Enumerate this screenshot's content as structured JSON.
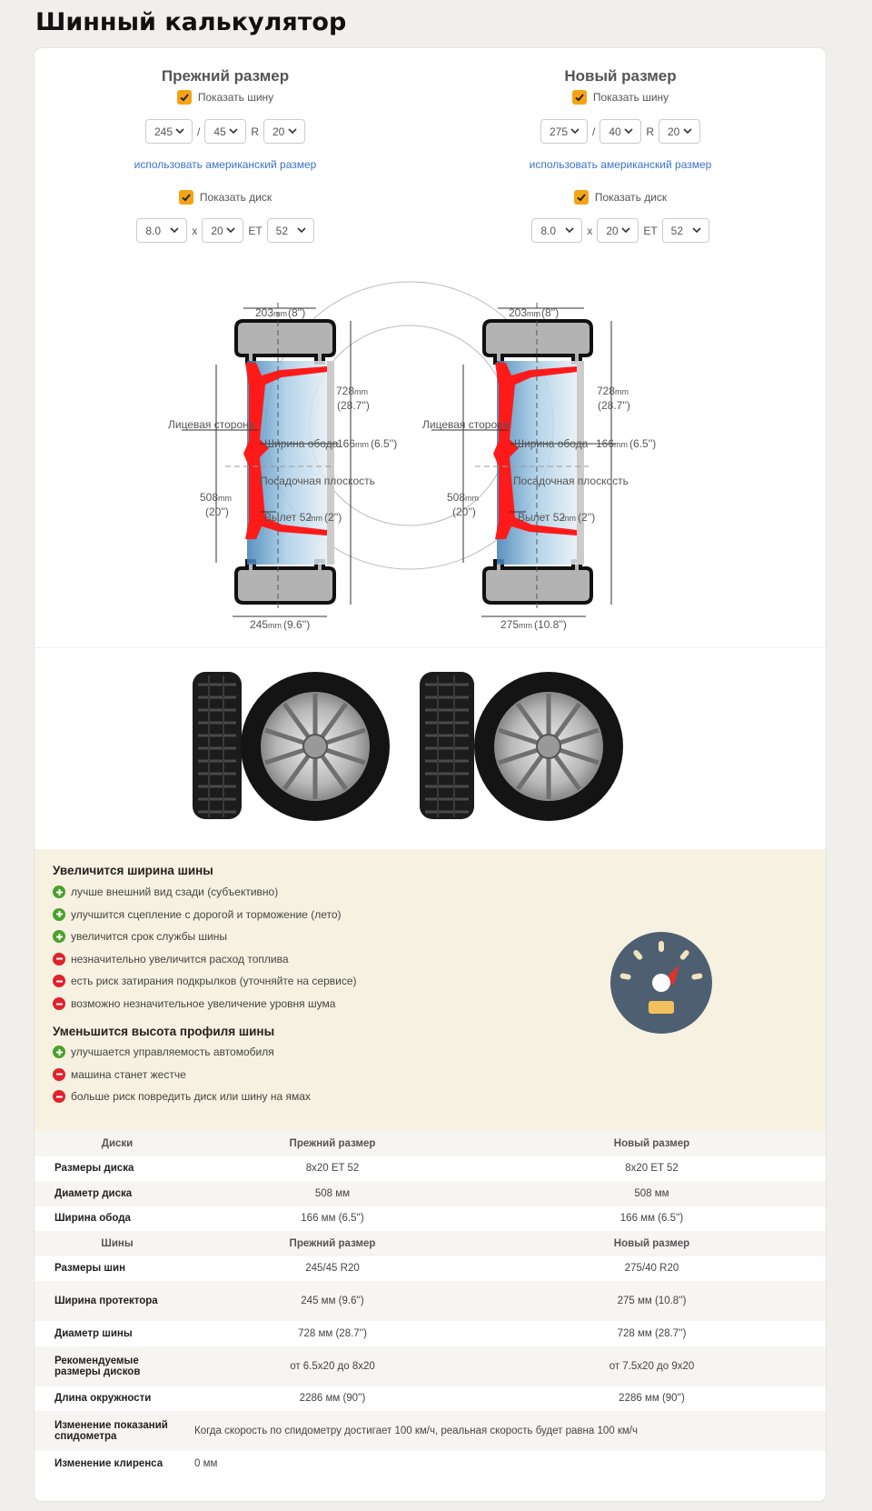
{
  "page_title": "Шинный калькулятор",
  "old": {
    "title": "Прежний размер",
    "show_tire": "Показать шину",
    "width": "245",
    "profile": "45",
    "diameter": "20",
    "us_link": "использовать американский размер",
    "show_disk": "Показать диск",
    "rim_width": "8.0",
    "rim_diameter": "20",
    "et": "52"
  },
  "new": {
    "title": "Новый размер",
    "show_tire": "Показать шину",
    "width": "275",
    "profile": "40",
    "diameter": "20",
    "us_link": "использовать американский размер",
    "show_disk": "Показать диск",
    "rim_width": "8.0",
    "rim_diameter": "20",
    "et": "52"
  },
  "separators": {
    "slash": "/",
    "r": "R",
    "x": "x",
    "et": "ET"
  },
  "diagram": {
    "old": {
      "top_width": "203",
      "top_width_in": "(8'')",
      "height": "728",
      "height_in": "(28.7'')",
      "face": "Лицевая сторона",
      "rim_label": "Ширина обода",
      "rim_value": "166",
      "rim_in": "(6.5'')",
      "mount": "Посадочная плоскость",
      "disk_d": "508",
      "disk_d_in": "(20'')",
      "offset_label": "Вылет 52",
      "offset_in": "(2'')",
      "bottom_width": "245",
      "bottom_width_in": "(9.6'')"
    },
    "new": {
      "top_width": "203",
      "top_width_in": "(8'')",
      "height": "728",
      "height_in": "(28.7'')",
      "face": "Лицевая сторона",
      "rim_label": "Ширина обода",
      "rim_value": "166",
      "rim_in": "(6.5'')",
      "mount": "Посадочная плоскость",
      "disk_d": "508",
      "disk_d_in": "(20'')",
      "offset_label": "Вылет 52",
      "offset_in": "(2'')",
      "bottom_width": "275",
      "bottom_width_in": "(10.8'')"
    },
    "unit": "mm"
  },
  "effects": {
    "width_title": "Увеличится ширина шины",
    "width_items": [
      {
        "type": "plus",
        "text": "лучше внешний вид сзади (субъективно)"
      },
      {
        "type": "plus",
        "text": "улучшится сцепление с дорогой и торможение (лето)"
      },
      {
        "type": "plus",
        "text": "увеличится срок службы шины"
      },
      {
        "type": "minus",
        "text": "незначительно увеличится расход топлива"
      },
      {
        "type": "minus",
        "text": "есть риск затирания подкрылков (уточняйте на сервисе)"
      },
      {
        "type": "minus",
        "text": "возможно незначительное увеличение уровня шума"
      }
    ],
    "profile_title": "Уменьшится высота профиля шины",
    "profile_items": [
      {
        "type": "plus",
        "text": "улучшается управляемость автомобиля"
      },
      {
        "type": "minus",
        "text": "машина станет жестче"
      },
      {
        "type": "minus",
        "text": "больше риск повредить диск или шину на ямах"
      }
    ]
  },
  "table": {
    "disk_head": [
      "Диски",
      "Прежний размер",
      "Новый размер"
    ],
    "disk_rows": [
      [
        "Размеры диска",
        "8x20 ET 52",
        "8x20 ET 52"
      ],
      [
        "Диаметр диска",
        "508 мм",
        "508 мм"
      ],
      [
        "Ширина обода",
        "166 мм (6.5'')",
        "166 мм (6.5'')"
      ]
    ],
    "tire_head": [
      "Шины",
      "Прежний размер",
      "Новый размер"
    ],
    "tire_rows": [
      [
        "Размеры шин",
        "245/45 R20",
        "275/40 R20"
      ],
      [
        "Ширина протектора",
        "245 мм (9.6'')",
        "275 мм (10.8'')"
      ],
      [
        "Диаметр шины",
        "728 мм (28.7'')",
        "728 мм (28.7'')"
      ],
      [
        "Рекомендуемые размеры дисков",
        "от 6.5x20 до 8x20",
        "от 7.5x20 до 9x20"
      ],
      [
        "Длина окружности",
        "2286 мм (90'')",
        "2286 мм (90'')"
      ]
    ],
    "speedo_label": "Изменение показаний спидометра",
    "speedo_text": "Когда скорость по спидометру достигает 100 км/ч, реальная скорость будет равна 100 км/ч",
    "clearance_label": "Изменение клиренса",
    "clearance_text": "0 мм"
  },
  "colors": {
    "accent": "#f5a316",
    "link": "#3b73c5",
    "plus": "#4aa22a",
    "minus": "#e0222a",
    "info_bg": "#f6f1e0"
  }
}
